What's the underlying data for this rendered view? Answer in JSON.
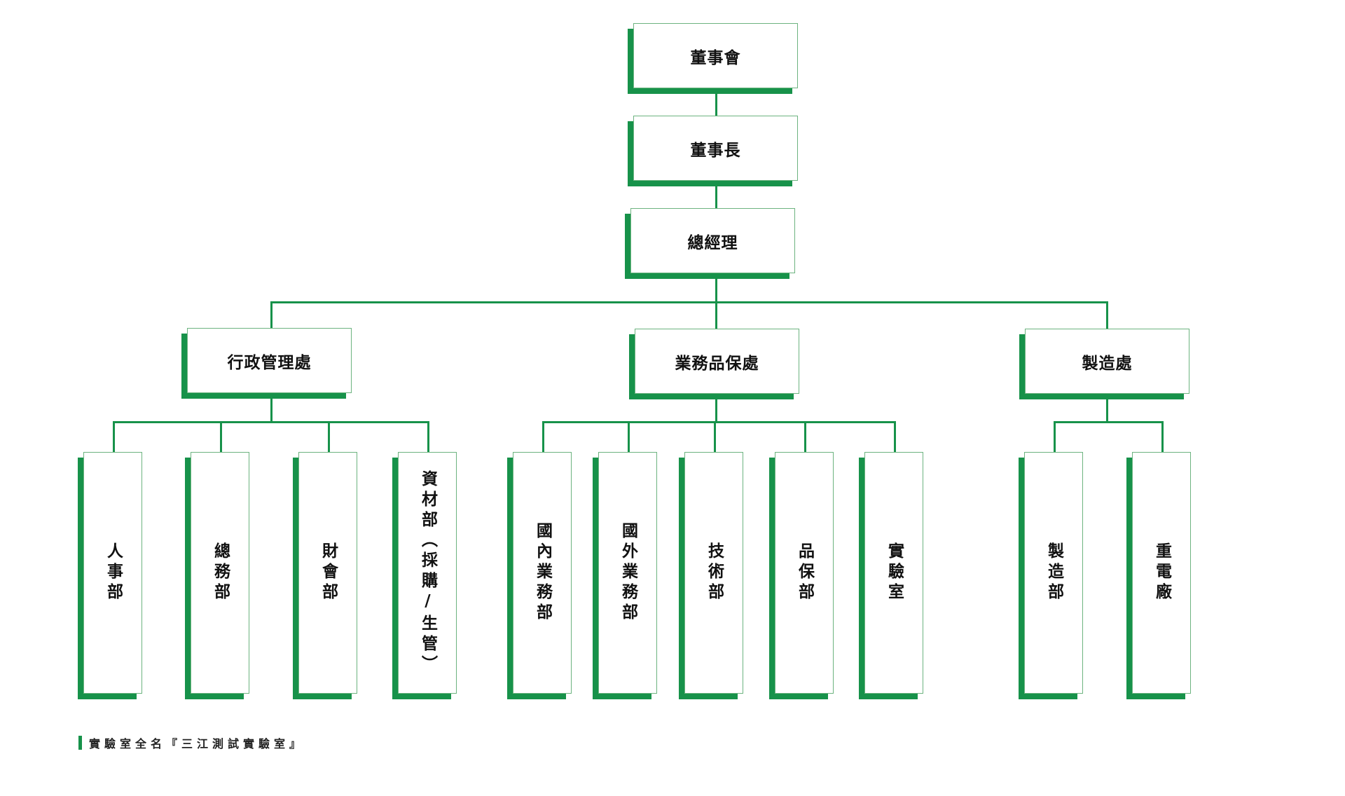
{
  "top": [
    "董事會",
    "董事長",
    "總經理"
  ],
  "divisions": [
    {
      "label": "行政管理處",
      "departments": [
        "人事部",
        "總務部",
        "財會部",
        "資材部（採購/生管）"
      ]
    },
    {
      "label": "業務品保處",
      "departments": [
        "國內業務部",
        "國外業務部",
        "技術部",
        "品保部",
        "實驗室"
      ]
    },
    {
      "label": "製造處",
      "departments": [
        "製造部",
        "重電廠"
      ]
    }
  ],
  "note": "實驗室全名『三江測試實驗室』",
  "accent": "#17924a"
}
